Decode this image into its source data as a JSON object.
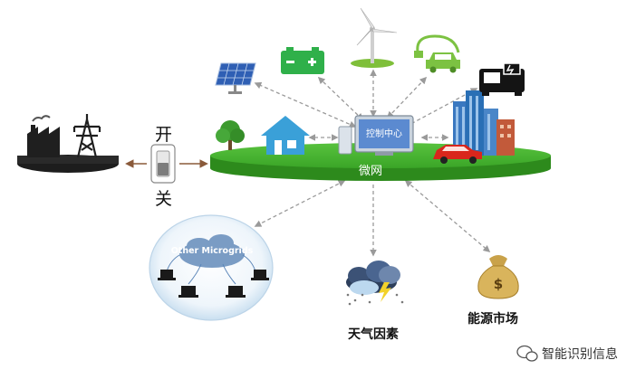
{
  "labels": {
    "switch_top": "开",
    "switch_bottom": "关",
    "microgrid": "微网",
    "control_center": "控制中心",
    "other_microgrids": "Other Microgrids",
    "weather_factor": "天气因素",
    "energy_market": "能源市场",
    "watermark": "智能识别信息",
    "money_symbol": "$"
  },
  "icons": [
    "solar-panel-icon",
    "battery-icon",
    "wind-turbine-icon",
    "ev-charger-icon",
    "generator-icon",
    "tree-icon",
    "house-icon",
    "computer-icon",
    "buildings-icon",
    "car-icon",
    "factory-icon",
    "power-tower-icon",
    "switch-icon",
    "laptop-icon",
    "storm-cloud-icon",
    "money-bag-icon",
    "wechat-icon"
  ],
  "colors": {
    "platform_green": "#3fae2a",
    "platform_dark": "#2d8a1c",
    "arrow_gray": "#9a9a9a",
    "arrow_brown": "#8a5a3a",
    "house_blue": "#3aa0d8",
    "battery_green": "#2fb04a",
    "building_blue": "#2a6fb5",
    "car_red": "#d9261c",
    "cloud_blue": "#bcd8ef"
  }
}
